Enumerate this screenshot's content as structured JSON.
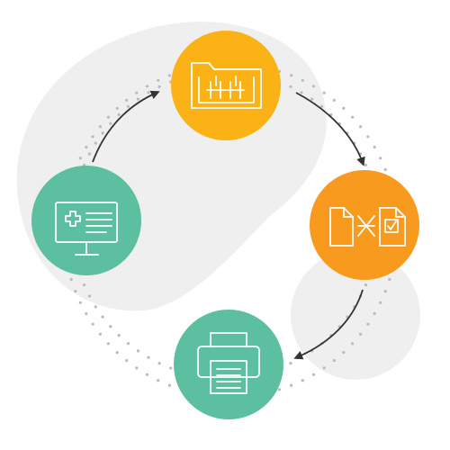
{
  "diagram": {
    "type": "cycle",
    "nodes": [
      {
        "id": "lab-folder",
        "icon": "folder-test-tubes-icon",
        "color": "#FBB216",
        "order": 1
      },
      {
        "id": "document-compare",
        "icon": "document-exchange-check-icon",
        "color": "#F89A1E",
        "order": 2
      },
      {
        "id": "printer",
        "icon": "printer-icon",
        "color": "#5CBF9F",
        "order": 3
      },
      {
        "id": "medical-monitor",
        "icon": "monitor-medical-cross-icon",
        "color": "#5CBF9F",
        "order": 4
      }
    ],
    "arrows": [
      {
        "from": "lab-folder",
        "to": "document-compare"
      },
      {
        "from": "document-compare",
        "to": "printer"
      },
      {
        "from": "medical-monitor",
        "to": "lab-folder"
      }
    ],
    "colors": {
      "background_blob": "#EFEFEF",
      "dots": "#B7BCBE",
      "arrow": "#333333",
      "icon_stroke": "#FFFFFF"
    }
  }
}
